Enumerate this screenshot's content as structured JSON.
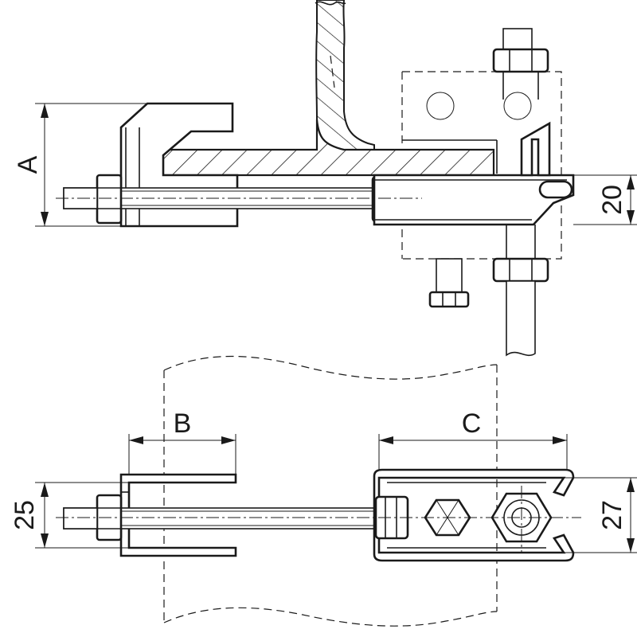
{
  "dimensions": {
    "a_label": "A",
    "b_label": "B",
    "c_label": "C",
    "d20_label": "20",
    "d25_label": "25",
    "d27_label": "27"
  },
  "colors": {
    "line": "#1a1a1a",
    "background": "#ffffff"
  }
}
